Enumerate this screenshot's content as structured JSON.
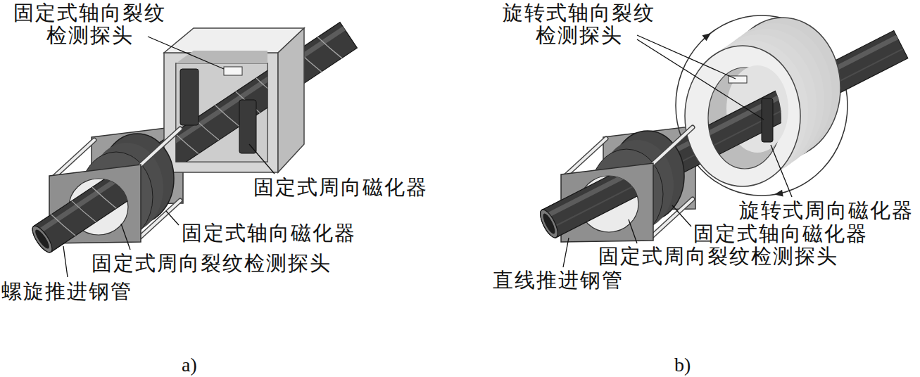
{
  "diagram": {
    "labels": [
      "固定式轴向裂纹 检测探头",
      "固定式周向磁化器",
      "固定式轴向磁化器",
      "固定式周向裂纹检测探头",
      "螺旋推进钢管",
      "a)",
      "旋转式轴向裂纹 检测探头",
      "旋转式周向磁化器",
      "固定式轴向磁化器",
      "固定式周向裂纹检测探头",
      "直线推进钢管",
      "b)"
    ]
  }
}
